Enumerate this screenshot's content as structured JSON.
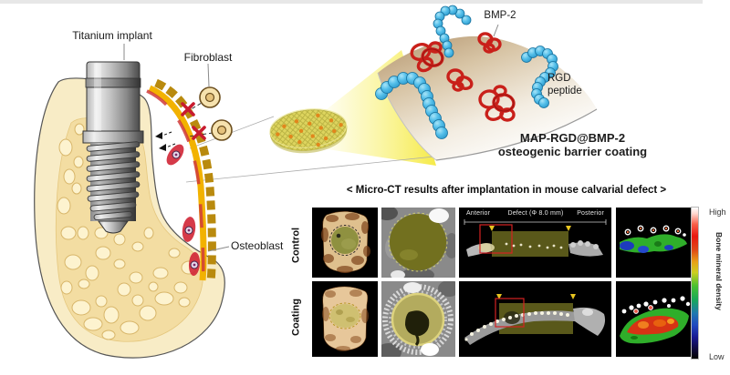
{
  "illustration": {
    "implant_label": "Titanium implant",
    "fibroblast_label": "Fibroblast",
    "osteoblast_label": "Osteoblast"
  },
  "coating_schematic": {
    "bmp2_label": "BMP-2",
    "rgd_line1": "RGD",
    "rgd_line2": "peptide",
    "title_line1": "MAP-RGD@BMP-2",
    "title_line2": "osteogenic barrier coating"
  },
  "microct": {
    "header": "< Micro-CT results after implantation in mouse calvarial defect >",
    "row1_label": "Control",
    "row2_label": "Coating",
    "anterior": "Anterior",
    "defect": "Defect (Φ 8.0 mm)",
    "posterior": "Posterior",
    "colorbar_high": "High",
    "colorbar_low": "Low",
    "colorbar_label": "Bone mineral density"
  },
  "colors": {
    "coating-gold": "#f2b200",
    "coating-block": "#b98a0e",
    "bmp2-red": "#c9201a",
    "rgd-blue": "#3aa8dc",
    "beam-yellow": "#f7ee5a",
    "bone-cream": "#f8ecc6",
    "marrow-beige": "#f3dda2",
    "defect-olive": "#8f9140",
    "heat-green": "#2fae2a",
    "heat-red": "#d63314"
  }
}
